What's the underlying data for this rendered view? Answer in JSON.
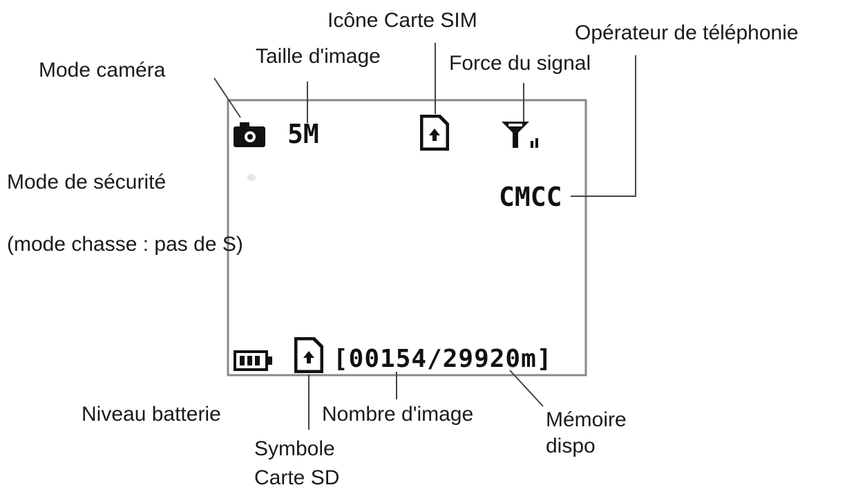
{
  "screen": {
    "image_size": "5M",
    "operator": "CMCC",
    "counter": "[00154/29920m]"
  },
  "callouts": {
    "mode_camera": "Mode caméra",
    "taille_image": "Taille d'image",
    "icone_sim": "Icône Carte SIM",
    "force_signal": "Force du signal",
    "operateur": "Opérateur de téléphonie",
    "mode_securite": "Mode de sécurité",
    "mode_chasse": "(mode chasse : pas de S)",
    "niveau_batterie": "Niveau batterie",
    "nombre_image": "Nombre d'image",
    "memoire_1": "Mémoire",
    "memoire_2": "dispo",
    "symbole_1": "Symbole",
    "symbole_2": "Carte SD"
  },
  "icons": [
    "camera-icon",
    "sim-card-icon",
    "signal-antenna-icon",
    "battery-icon",
    "sd-card-icon"
  ]
}
